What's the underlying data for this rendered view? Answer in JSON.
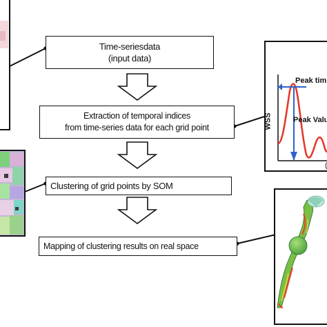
{
  "boxes": {
    "b1": {
      "line1": "Time-seriesdata",
      "line2": "(input data)"
    },
    "b2": {
      "line1": "Extraction of temporal indices",
      "line2": "from time-series data for each grid point"
    },
    "b3": {
      "line1": "Clustering of grid points by SOM"
    },
    "b4": {
      "line1": "Mapping of clustering results on real space"
    }
  },
  "inset_chart": {
    "ylabel": "WSS",
    "peak_time_label": "Peak tim",
    "peak_value_label": "Peak Valu",
    "xlabel_fragment": "(",
    "colors": {
      "curve": "#e53a2a",
      "marker": "#2f63c7"
    }
  }
}
